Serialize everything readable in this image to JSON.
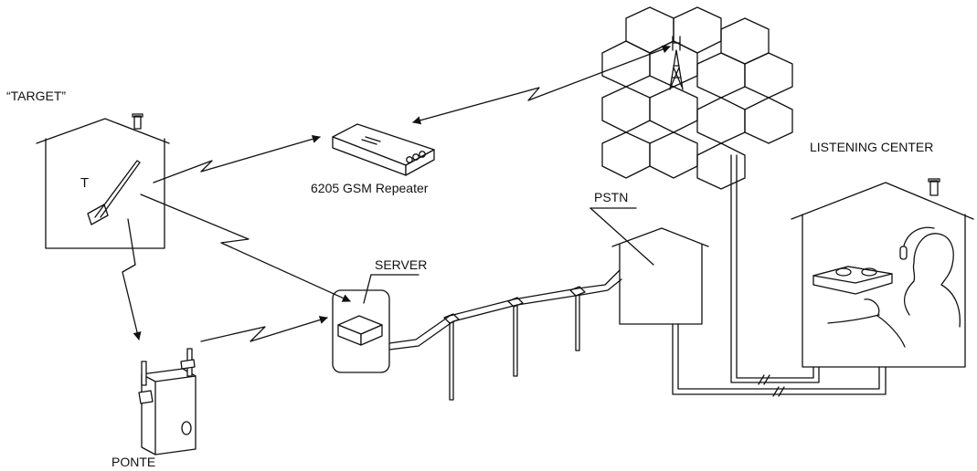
{
  "labels": {
    "target": "“TARGET”",
    "target_device": "T",
    "repeater": "6205 GSM Repeater",
    "server": "SERVER",
    "pstn": "PSTN",
    "listening_center": "LISTENING CENTER",
    "ponte": "PONTE"
  },
  "colors": {
    "stroke": "#111111",
    "background": "#ffffff"
  }
}
